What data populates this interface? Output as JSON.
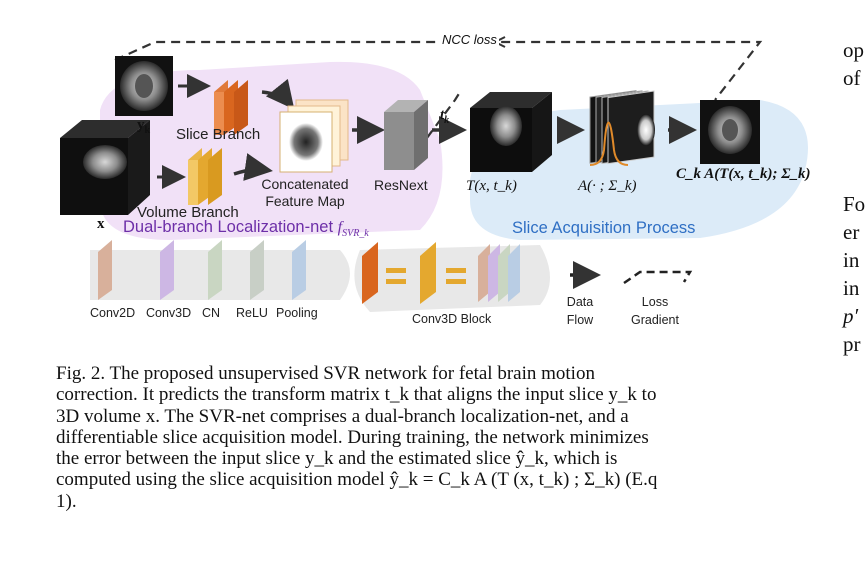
{
  "figure": {
    "top_label": "NCC loss",
    "slice_label": "y",
    "slice_label_sub": "k",
    "volume_label": "x",
    "slice_branch": "Slice Branch",
    "volume_branch": "Volume Branch",
    "concat_line1": "Concatenated",
    "concat_line2": "Feature Map",
    "resnext": "ResNext",
    "t_k": "t",
    "t_k_sub": "k",
    "transform_expr": "T(x, t_k)",
    "acq_expr": "A(· ; Σ_k)",
    "out_expr": "C_k A(T(x, t_k); Σ_k)",
    "dual_branch_title": "Dual-branch Localization-net",
    "dual_branch_func": "f",
    "dual_branch_func_sub": "SVR_k",
    "slice_acq_title": "Slice Acquisition Process",
    "colors": {
      "purple_region": "#f1e1f7",
      "blue_region": "#dcebf8",
      "purple_text": "#6d2fa8",
      "blue_text": "#2f6fc4",
      "orange": "#d9661f",
      "gold": "#e4a82f"
    }
  },
  "legend": {
    "items": [
      "Conv2D",
      "Conv3D",
      "CN",
      "ReLU",
      "Pooling"
    ],
    "conv3d_block": "Conv3D Block",
    "data_flow_1": "Data",
    "data_flow_2": "Flow",
    "loss_grad_1": "Loss",
    "loss_grad_2": "Gradient"
  },
  "caption": {
    "lines": [
      "Fig. 2.  The proposed unsupervised SVR network for fetal brain motion",
      "correction. It predicts the transform matrix t_k that aligns the input slice y_k to",
      "3D volume x. The SVR-net comprises a dual-branch localization-net, and a",
      "differentiable slice acquisition model. During training, the network minimizes",
      "the error between the input slice y_k and the estimated slice ŷ_k, which is",
      "computed using the slice acquisition model ŷ_k = C_k A (T (x, t_k) ; Σ_k) (E.q",
      "1)."
    ]
  },
  "right_column": {
    "lines_top": [
      "op",
      "of"
    ],
    "lines_bottom": [
      "Fo",
      "er",
      "in",
      "in",
      "p′",
      "pr"
    ]
  }
}
